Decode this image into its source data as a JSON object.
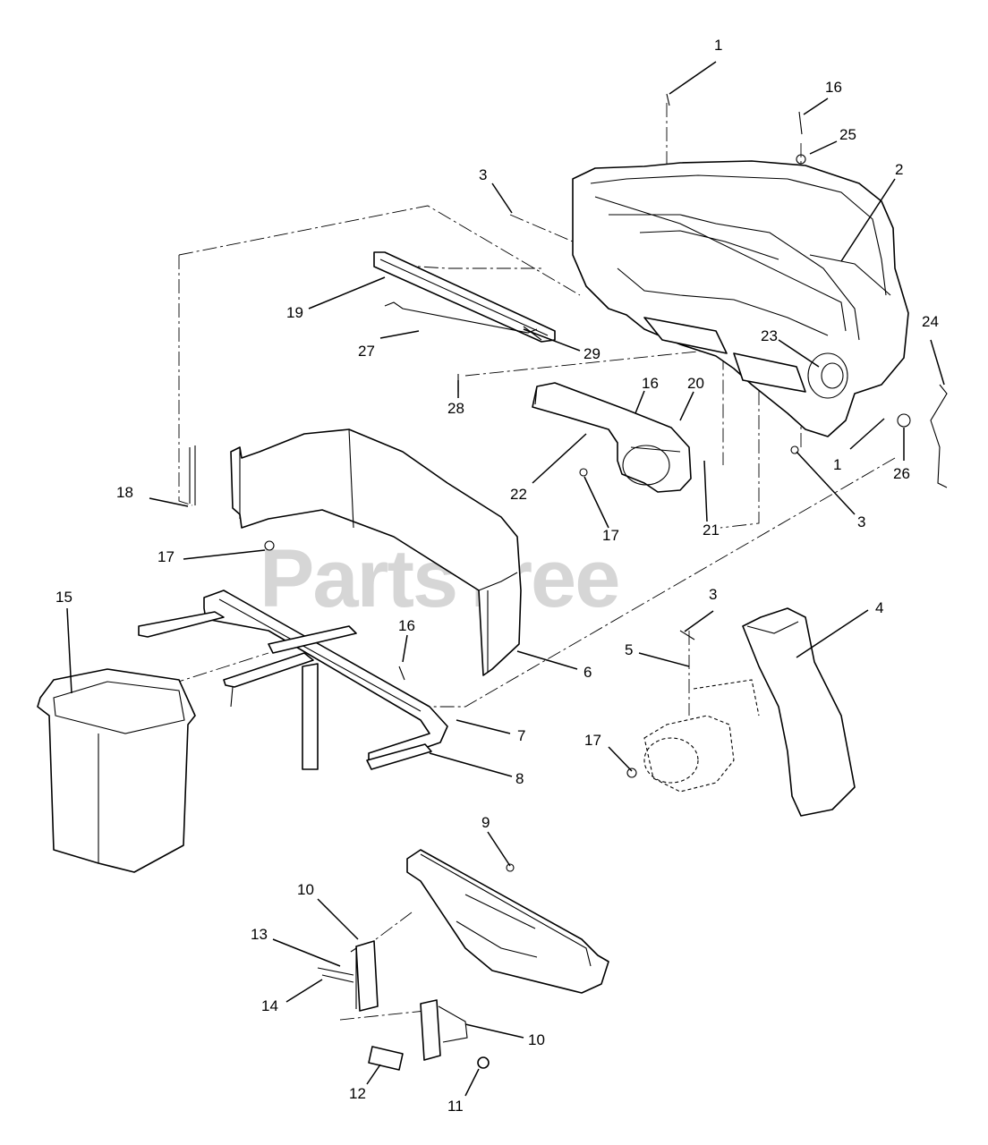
{
  "watermark": "PartsTree",
  "callouts": [
    {
      "id": "c1a",
      "text": "1"
    },
    {
      "id": "c16a",
      "text": "16"
    },
    {
      "id": "c25",
      "text": "25"
    },
    {
      "id": "c2",
      "text": "2"
    },
    {
      "id": "c3a",
      "text": "3"
    },
    {
      "id": "c19",
      "text": "19"
    },
    {
      "id": "c27",
      "text": "27"
    },
    {
      "id": "c29",
      "text": "29"
    },
    {
      "id": "c28",
      "text": "28"
    },
    {
      "id": "c23",
      "text": "23"
    },
    {
      "id": "c24",
      "text": "24"
    },
    {
      "id": "c16b",
      "text": "16"
    },
    {
      "id": "c20",
      "text": "20"
    },
    {
      "id": "c1b",
      "text": "1"
    },
    {
      "id": "c26",
      "text": "26"
    },
    {
      "id": "c22",
      "text": "22"
    },
    {
      "id": "c17a",
      "text": "17"
    },
    {
      "id": "c21",
      "text": "21"
    },
    {
      "id": "c3b",
      "text": "3"
    },
    {
      "id": "c18",
      "text": "18"
    },
    {
      "id": "c17b",
      "text": "17"
    },
    {
      "id": "c15",
      "text": "15"
    },
    {
      "id": "c16c",
      "text": "16"
    },
    {
      "id": "c6",
      "text": "6"
    },
    {
      "id": "c3c",
      "text": "3"
    },
    {
      "id": "c4",
      "text": "4"
    },
    {
      "id": "c5",
      "text": "5"
    },
    {
      "id": "c7",
      "text": "7"
    },
    {
      "id": "c17c",
      "text": "17"
    },
    {
      "id": "c8",
      "text": "8"
    },
    {
      "id": "c9",
      "text": "9"
    },
    {
      "id": "c10a",
      "text": "10"
    },
    {
      "id": "c13",
      "text": "13"
    },
    {
      "id": "c14",
      "text": "14"
    },
    {
      "id": "c10b",
      "text": "10"
    },
    {
      "id": "c12",
      "text": "12"
    },
    {
      "id": "c11",
      "text": "11"
    }
  ]
}
